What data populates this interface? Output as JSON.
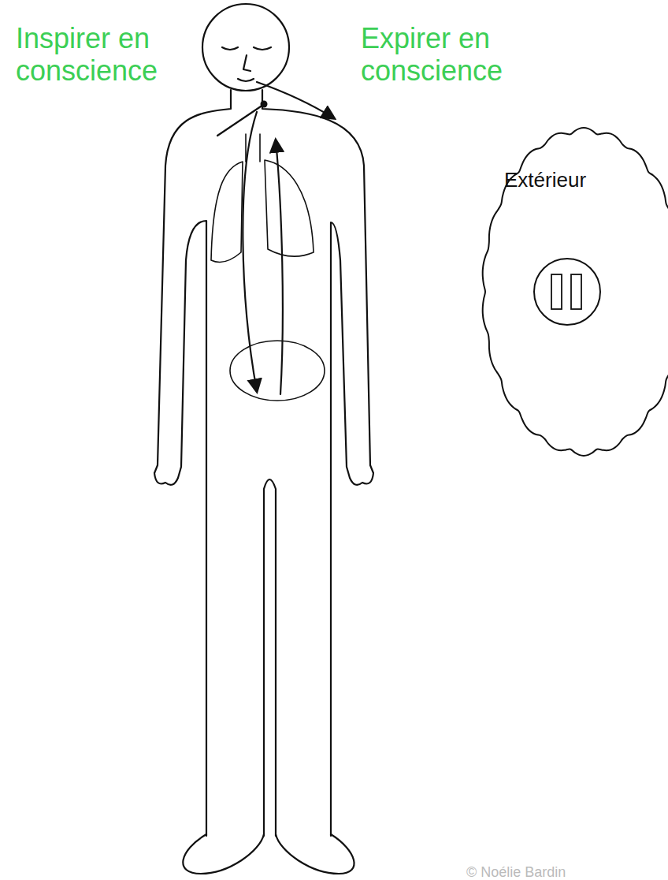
{
  "diagram": {
    "nodes": [
      {
        "text": [
          "Extérieur"
        ]
      }
    ],
    "labels": [
      "Inspirer en conscience",
      "Expirer en conscience",
      "© Noélie Bardin"
    ]
  }
}
